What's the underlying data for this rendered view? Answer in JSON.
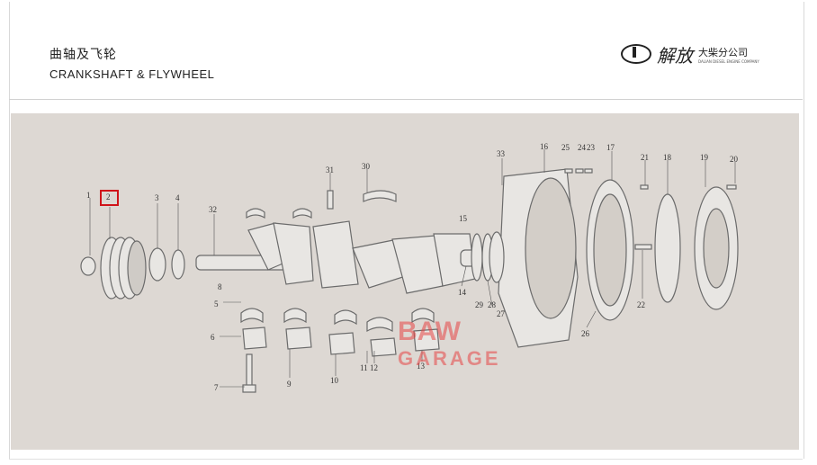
{
  "header": {
    "title_cn": "曲轴及飞轮",
    "title_en": "CRANKSHAFT & FLYWHEEL",
    "logo": {
      "brand": "解放",
      "company_cn": "大柴分公司",
      "company_en": "DALIAN DIESEL ENGINE COMPANY"
    }
  },
  "diagram": {
    "highlighted_part": "2",
    "watermark_line1": "BAW",
    "watermark_line2": "GARAGE",
    "callouts": {
      "p1": "1",
      "p2": "2",
      "p3": "3",
      "p4": "4",
      "p5": "5",
      "p6": "6",
      "p7": "7",
      "p8": "8",
      "p9": "9",
      "p10": "10",
      "p11": "11",
      "p12": "12",
      "p13": "13",
      "p14": "14",
      "p15": "15",
      "p16": "16",
      "p17": "17",
      "p18": "18",
      "p19": "19",
      "p20": "20",
      "p21": "21",
      "p22": "22",
      "p23": "23",
      "p24": "24",
      "p25": "25",
      "p26": "26",
      "p27": "27",
      "p28": "28",
      "p29": "29",
      "p30": "30",
      "p31": "31",
      "p32": "32",
      "p33": "33"
    },
    "colors": {
      "background": "#ddd8d3",
      "highlight": "#d0141a",
      "part_fill": "#e8e6e3",
      "part_stroke": "#6b6b6b"
    }
  }
}
